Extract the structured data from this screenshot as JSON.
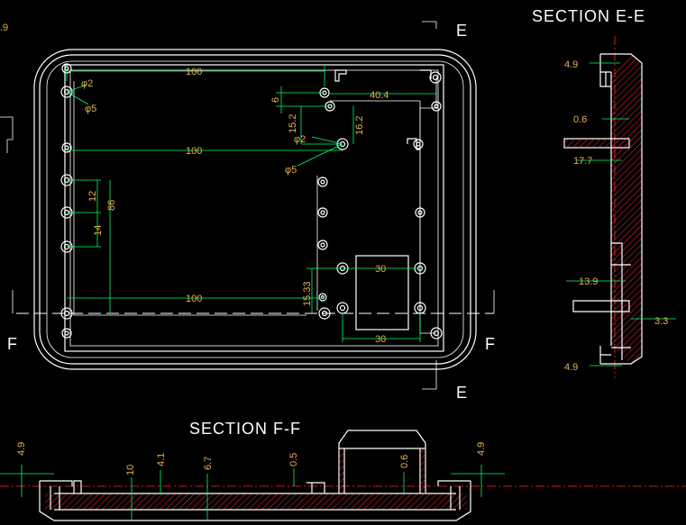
{
  "section_labels": {
    "ee_title": "SECTION E-E",
    "ff_title": "SECTION F-F",
    "e_top": "E",
    "e_bottom": "E",
    "f_left": "F",
    "f_right": "F",
    "corner_fragment": ".9"
  },
  "plan_dims": {
    "top_100": "100",
    "mid_100": "100",
    "bottom_100": "100",
    "d2_top": "φ2",
    "d5_top": "φ5",
    "d2_mid": "φ2",
    "d5_mid": "φ5",
    "v6": "6",
    "v15_2_left": "15.2",
    "v16_2_right": "16.2",
    "h40_4": "40.4",
    "v12": "12",
    "v86": "86",
    "v14": "14",
    "v15_33": "15.33",
    "h30_top": "30",
    "h30_bottom": "30"
  },
  "ee_dims": {
    "d4_9_top": "4.9",
    "d0_6": "0.6",
    "d17_7": "17.7",
    "d13_9": "13.9",
    "d3_3": "3.3",
    "d4_9_bottom": "4.9"
  },
  "ff_dims": {
    "d4_9_left": "4.9",
    "d10": "10",
    "d4_1": "4.1",
    "d6_7": "6.7",
    "d0_5": "0.5",
    "d0_6": "0.6",
    "d4_9_right": "4.9"
  },
  "colors": {
    "background": "#000000",
    "outline": "#ffffff",
    "dimension_line": "#00ff66",
    "dimension_text": "#e8b050",
    "centerline": "#ff2a2a",
    "hatch": "#ff2a2a"
  }
}
